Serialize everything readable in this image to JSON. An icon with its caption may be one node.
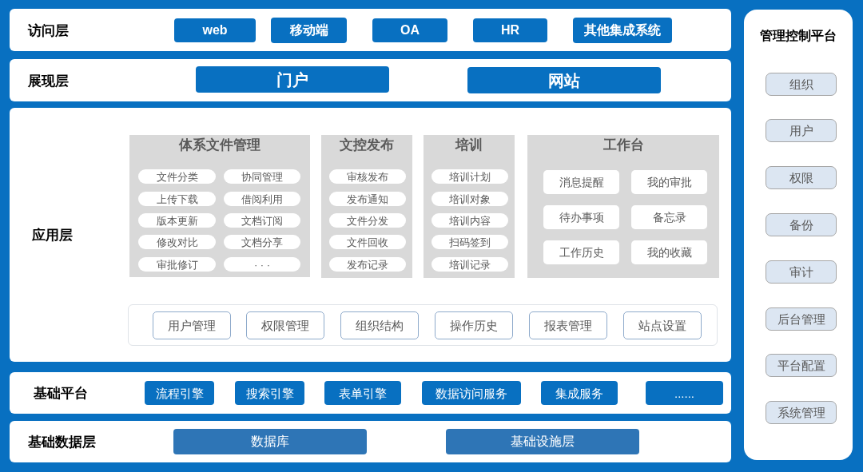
{
  "diagram": {
    "nodes": [
      {
        "text": [
          "访问层"
        ]
      },
      {
        "text": [
          "web"
        ],
        "in": 0
      },
      {
        "text": [
          "移动端"
        ],
        "in": 0
      },
      {
        "text": [
          "OA"
        ],
        "in": 0
      },
      {
        "text": [
          "HR"
        ],
        "in": 0
      },
      {
        "text": [
          "其他集成系统"
        ],
        "in": 0
      },
      {
        "text": [
          "展现层"
        ]
      },
      {
        "text": [
          "门户"
        ],
        "in": 6
      },
      {
        "text": [
          "网站"
        ],
        "in": 6
      },
      {
        "text": [
          "应用层"
        ]
      },
      {
        "text": [
          "体系文件管理"
        ],
        "in": 9
      },
      {
        "text": [
          "文件分类"
        ],
        "in": 10
      },
      {
        "text": [
          "协同管理"
        ],
        "in": 10
      },
      {
        "text": [
          "上传下载"
        ],
        "in": 10
      },
      {
        "text": [
          "借阅利用"
        ],
        "in": 10
      },
      {
        "text": [
          "版本更新"
        ],
        "in": 10
      },
      {
        "text": [
          "文档订阅"
        ],
        "in": 10
      },
      {
        "text": [
          "修改对比"
        ],
        "in": 10
      },
      {
        "text": [
          "文档分享"
        ],
        "in": 10
      },
      {
        "text": [
          "审批修订"
        ],
        "in": 10
      },
      {
        "text": [
          "· · ·"
        ],
        "in": 10
      },
      {
        "text": [
          "文控发布"
        ],
        "in": 9
      },
      {
        "text": [
          "审核发布"
        ],
        "in": 21
      },
      {
        "text": [
          "发布通知"
        ],
        "in": 21
      },
      {
        "text": [
          "文件分发"
        ],
        "in": 21
      },
      {
        "text": [
          "文件回收"
        ],
        "in": 21
      },
      {
        "text": [
          "发布记录"
        ],
        "in": 21
      },
      {
        "text": [
          "培训"
        ],
        "in": 9
      },
      {
        "text": [
          "培训计划"
        ],
        "in": 27
      },
      {
        "text": [
          "培训对象"
        ],
        "in": 27
      },
      {
        "text": [
          "培训内容"
        ],
        "in": 27
      },
      {
        "text": [
          "扫码签到"
        ],
        "in": 27
      },
      {
        "text": [
          "培训记录"
        ],
        "in": 27
      },
      {
        "text": [
          "工作台"
        ],
        "in": 9
      },
      {
        "text": [
          "消息提醒"
        ],
        "in": 33
      },
      {
        "text": [
          "我的审批"
        ],
        "in": 33
      },
      {
        "text": [
          "待办事项"
        ],
        "in": 33
      },
      {
        "text": [
          "备忘录"
        ],
        "in": 33
      },
      {
        "text": [
          "工作历史"
        ],
        "in": 33
      },
      {
        "text": [
          "我的收藏"
        ],
        "in": 33
      },
      {
        "text": [],
        "shape": "box",
        "in": 9
      },
      {
        "text": [
          "用户管理"
        ],
        "in": 40
      },
      {
        "text": [
          "权限管理"
        ],
        "in": 40
      },
      {
        "text": [
          "组织结构"
        ],
        "in": 40
      },
      {
        "text": [
          "操作历史"
        ],
        "in": 40
      },
      {
        "text": [
          "报表管理"
        ],
        "in": 40
      },
      {
        "text": [
          "站点设置"
        ],
        "in": 40
      },
      {
        "text": [
          "基础平台"
        ]
      },
      {
        "text": [
          "流程引擎"
        ],
        "in": 47
      },
      {
        "text": [
          "搜索引擎"
        ],
        "in": 47
      },
      {
        "text": [
          "表单引擎"
        ],
        "in": 47
      },
      {
        "text": [
          "数据访问服务"
        ],
        "in": 47
      },
      {
        "text": [
          "集成服务"
        ],
        "in": 47
      },
      {
        "text": [
          "......"
        ],
        "in": 47
      },
      {
        "text": [
          "基础数据层"
        ]
      },
      {
        "text": [
          "数据库"
        ],
        "in": 54
      },
      {
        "text": [
          "基础设施层"
        ],
        "in": 54
      },
      {
        "text": [
          "管理控制平台"
        ]
      },
      {
        "text": [
          "组织"
        ],
        "in": 57
      },
      {
        "text": [
          "用户"
        ],
        "in": 57
      },
      {
        "text": [
          "权限"
        ],
        "in": 57
      },
      {
        "text": [
          "备份"
        ],
        "in": 57
      },
      {
        "text": [
          "审计"
        ],
        "in": 57
      },
      {
        "text": [
          "后台管理"
        ],
        "in": 57
      },
      {
        "text": [
          "平台配置"
        ],
        "in": 57
      },
      {
        "text": [
          "系统管理"
        ],
        "in": 57
      }
    ]
  }
}
